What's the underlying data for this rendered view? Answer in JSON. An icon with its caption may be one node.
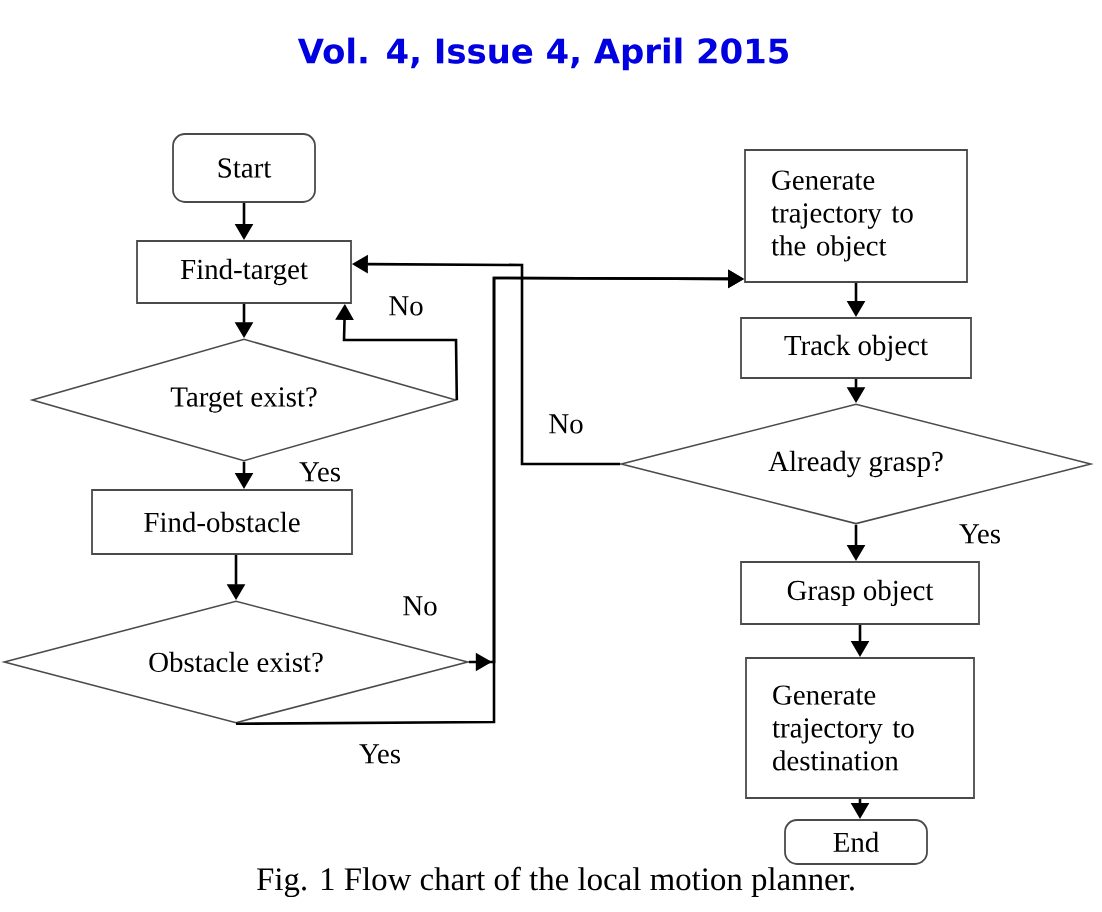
{
  "diagram": {
    "caption": "Fig. 1 Flow chart of the local motion planner.",
    "nodes": [
      {
        "text": [
          "Start"
        ]
      },
      {
        "text": [
          "Find-target"
        ]
      },
      {
        "text": [
          "Target exist?"
        ]
      },
      {
        "text": [
          "Find-obstacle"
        ]
      },
      {
        "text": [
          "Obstacle exist?"
        ]
      },
      {
        "text": [
          "Generate trajectory to the object"
        ]
      },
      {
        "text": [
          "Track object"
        ]
      },
      {
        "text": [
          "Already grasp?"
        ]
      },
      {
        "text": [
          "Grasp object"
        ]
      },
      {
        "text": [
          "Generate trajectory to destination"
        ]
      },
      {
        "text": [
          "End"
        ]
      }
    ],
    "edges": [
      {
        "from": 0,
        "to": 1,
        "arrow": "to"
      },
      {
        "from": 1,
        "to": 2,
        "arrow": "to"
      },
      {
        "from": 2,
        "to": 1,
        "arrow": "to",
        "label": "No"
      },
      {
        "from": 2,
        "to": 3,
        "arrow": "to",
        "label": "Yes"
      },
      {
        "from": 3,
        "to": 4,
        "arrow": "to"
      },
      {
        "from": 4,
        "to": 5,
        "arrow": "to",
        "label": "No"
      },
      {
        "from": 4,
        "to": 5,
        "arrow": "to",
        "label": "Yes"
      },
      {
        "from": 7,
        "to": 1,
        "arrow": "to",
        "label": "No"
      },
      {
        "from": 5,
        "to": 6,
        "arrow": "to"
      },
      {
        "from": 6,
        "to": 7,
        "arrow": "to"
      },
      {
        "from": 7,
        "to": 8,
        "arrow": "to",
        "label": "Yes"
      },
      {
        "from": 8,
        "to": 9,
        "arrow": "to"
      },
      {
        "from": 9,
        "to": 10,
        "arrow": "to"
      }
    ],
    "labels": [
      "Vol. 4, Issue 4, April 2015"
    ]
  }
}
